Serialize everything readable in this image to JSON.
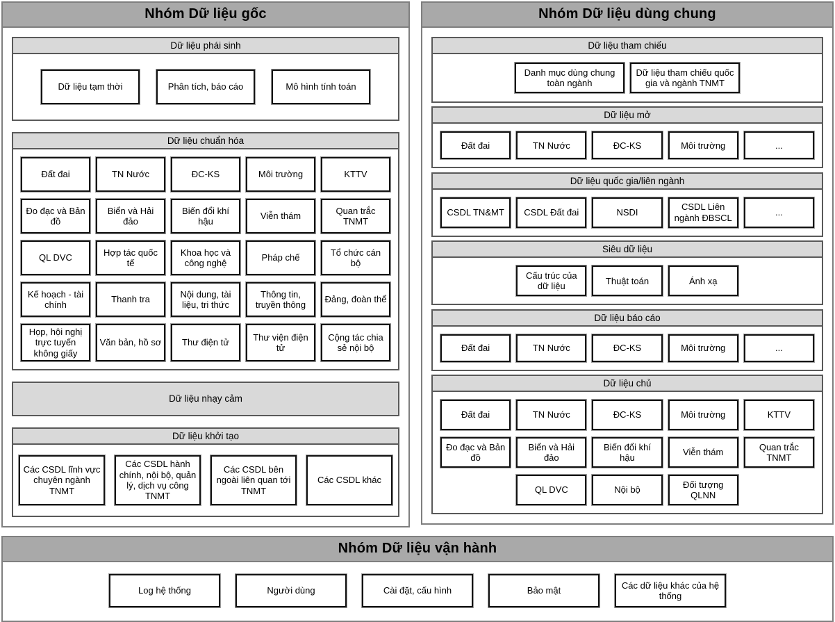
{
  "colors": {
    "panel_title_bg": "#a9a9a9",
    "section_header_bg": "#d9d9d9",
    "panel_border": "#7f7f7f",
    "section_border": "#595959",
    "box_border": "#121212"
  },
  "panel_goc": {
    "title": "Nhóm Dữ liệu gốc",
    "phai_sinh": {
      "title": "Dữ liệu phái sinh",
      "boxes": [
        "Dữ liệu tạm thời",
        "Phân tích, báo cáo",
        "Mô hình tính toán"
      ]
    },
    "chuan_hoa": {
      "title": "Dữ liệu chuẩn hóa",
      "rows": [
        [
          "Đất đai",
          "TN Nước",
          "ĐC-KS",
          "Môi trường",
          "KTTV"
        ],
        [
          "Đo đạc và Bản đồ",
          "Biển và Hải đảo",
          "Biến đổi khí hậu",
          "Viễn thám",
          "Quan trắc TNMT"
        ],
        [
          "QL DVC",
          "Hợp tác quốc tế",
          "Khoa học và công nghệ",
          "Pháp chế",
          "Tổ chức cán bộ"
        ],
        [
          "Kế hoạch - tài chính",
          "Thanh tra",
          "Nội dung, tài liệu, tri thức",
          "Thông tin, truyền thông",
          "Đảng, đoàn thể"
        ],
        [
          "Họp, hội nghị trực tuyến không giấy",
          "Văn bản, hồ sơ",
          "Thư điện tử",
          "Thư viện điện tử",
          "Cộng tác chia sẻ nội bộ"
        ]
      ]
    },
    "nhay_cam": {
      "title": "Dữ liệu nhạy cảm"
    },
    "khoi_tao": {
      "title": "Dữ liệu khởi tạo",
      "boxes": [
        "Các CSDL lĩnh vực chuyên ngành TNMT",
        "Các CSDL hành chính, nội bộ, quản lý, dịch vụ công TNMT",
        "Các CSDL bên ngoài liên quan tới TNMT",
        "Các CSDL khác"
      ]
    }
  },
  "panel_dung_chung": {
    "title": "Nhóm Dữ liệu dùng chung",
    "tham_chieu": {
      "title": "Dữ liệu tham chiếu",
      "boxes": [
        "Danh mục dùng chung toàn ngành",
        "Dữ liệu tham chiếu quốc gia và ngành TNMT"
      ]
    },
    "mo": {
      "title": "Dữ liệu mở",
      "boxes": [
        "Đất đai",
        "TN Nước",
        "ĐC-KS",
        "Môi trường",
        "..."
      ]
    },
    "quoc_gia": {
      "title": "Dữ liệu quốc gia/liên ngành",
      "boxes": [
        "CSDL TN&MT",
        "CSDL Đất đai",
        "NSDI",
        "CSDL Liên ngành ĐBSCL",
        "..."
      ]
    },
    "sieu_du_lieu": {
      "title": "Siêu dữ liệu",
      "rows": [
        [
          null,
          "Cấu trúc của dữ liệu",
          "Thuật toán",
          "Ánh xạ",
          null
        ]
      ]
    },
    "bao_cao": {
      "title": "Dữ liệu báo cáo",
      "boxes": [
        "Đất đai",
        "TN Nước",
        "ĐC-KS",
        "Môi trường",
        "..."
      ]
    },
    "chu": {
      "title": "Dữ liệu chủ",
      "rows": [
        [
          "Đất đai",
          "TN Nước",
          "ĐC-KS",
          "Môi trường",
          "KTTV"
        ],
        [
          "Đo đạc và Bản đồ",
          "Biển và Hải đảo",
          "Biến đổi khí hậu",
          "Viễn thám",
          "Quan trắc TNMT"
        ],
        [
          null,
          "QL DVC",
          "Nội bộ",
          "Đối tượng QLNN",
          null
        ]
      ]
    }
  },
  "panel_van_hanh": {
    "title": "Nhóm Dữ liệu vận hành",
    "boxes": [
      "Log hệ thống",
      "Người dùng",
      "Cài đặt, cấu hình",
      "Bảo mật",
      "Các dữ liệu khác của hệ thống"
    ]
  }
}
